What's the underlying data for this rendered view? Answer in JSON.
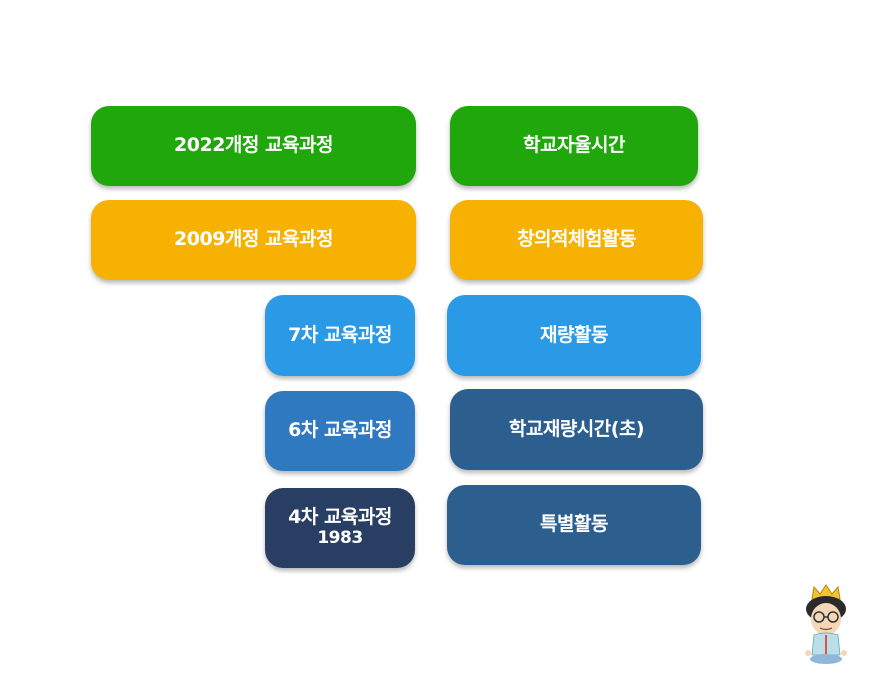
{
  "left_column": [
    {
      "label": "2022개정 교육과정"
    },
    {
      "label": "2009개정 교육과정"
    },
    {
      "label": "7차 교육과정"
    },
    {
      "label": "6차 교육과정"
    },
    {
      "label": "4차 교육과정",
      "sub": "1983"
    }
  ],
  "right_column": [
    {
      "label": "학교자율시간"
    },
    {
      "label": "창의적체험활동"
    },
    {
      "label": "재량활동"
    },
    {
      "label": "학교재량시간(초)"
    },
    {
      "label": "특별활동"
    }
  ],
  "colors": {
    "green": "#1fa70b",
    "orange": "#f6b103",
    "blue_light": "#2a9ae6",
    "blue_mid": "#2f79c1",
    "blue_steel": "#2c5e8e",
    "navy": "#283f63"
  }
}
